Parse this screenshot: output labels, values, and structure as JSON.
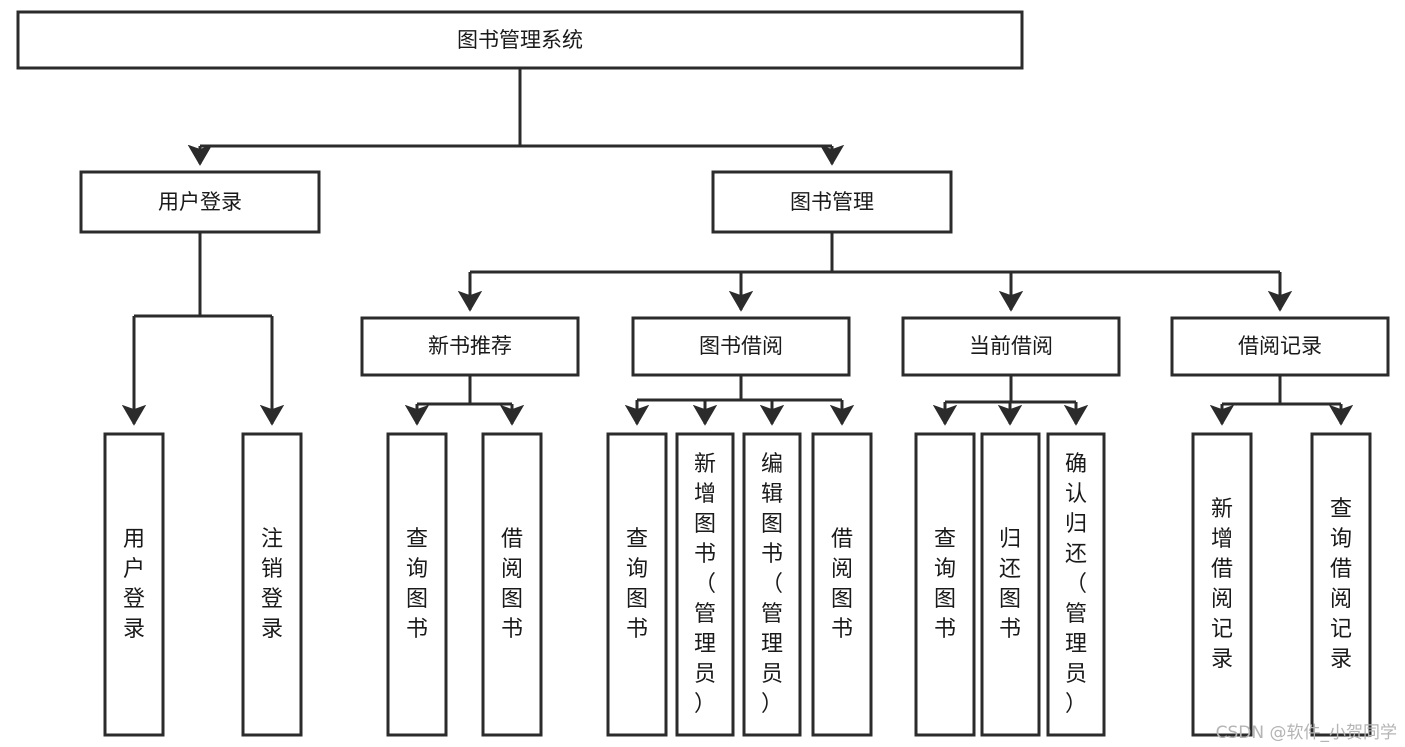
{
  "diagram": {
    "title": "图书管理系统",
    "watermark": "CSDN @软件_小贺同学",
    "stroke_color": "#2b2b2b",
    "fill_color": "#ffffff",
    "background_color": "#ffffff",
    "nodes": {
      "root": "图书管理系统",
      "level2": [
        {
          "id": "user-login",
          "label": "用户登录"
        },
        {
          "id": "book-manage",
          "label": "图书管理"
        }
      ],
      "level3": [
        {
          "id": "new-book-recommend",
          "label": "新书推荐"
        },
        {
          "id": "book-borrow",
          "label": "图书借阅"
        },
        {
          "id": "current-borrow",
          "label": "当前借阅"
        },
        {
          "id": "borrow-record",
          "label": "借阅记录"
        }
      ],
      "leaves": {
        "user-login": [
          {
            "id": "leaf-user-login",
            "label": "用户登录"
          },
          {
            "id": "leaf-user-logout",
            "label": "注销登录"
          }
        ],
        "new-book-recommend": [
          {
            "id": "leaf-query-book-1",
            "label": "查询图书"
          },
          {
            "id": "leaf-borrow-book-1",
            "label": "借阅图书"
          }
        ],
        "book-borrow": [
          {
            "id": "leaf-query-book-2",
            "label": "查询图书"
          },
          {
            "id": "leaf-add-book",
            "label": "新增图书（管理员）"
          },
          {
            "id": "leaf-edit-book",
            "label": "编辑图书（管理员）"
          },
          {
            "id": "leaf-borrow-book-2",
            "label": "借阅图书"
          }
        ],
        "current-borrow": [
          {
            "id": "leaf-query-book-3",
            "label": "查询图书"
          },
          {
            "id": "leaf-return-book",
            "label": "归还图书"
          },
          {
            "id": "leaf-confirm-return",
            "label": "确认归还（管理员）"
          }
        ],
        "borrow-record": [
          {
            "id": "leaf-add-record",
            "label": "新增借阅记录"
          },
          {
            "id": "leaf-query-record",
            "label": "查询借阅记录"
          }
        ]
      }
    }
  }
}
